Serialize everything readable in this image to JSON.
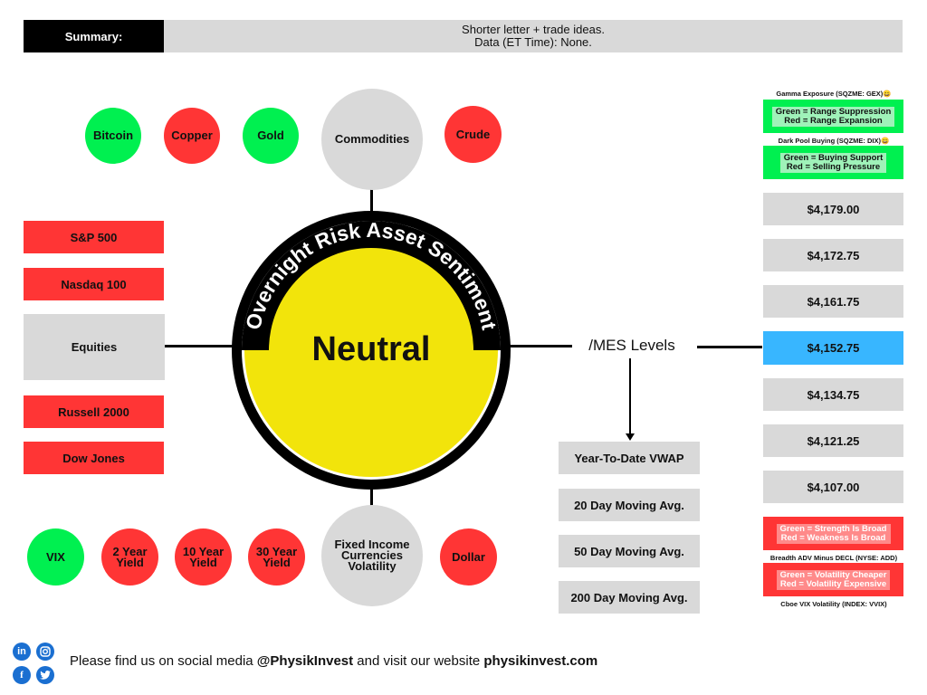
{
  "summary": {
    "label": "Summary:",
    "line1": "Shorter letter + trade ideas.",
    "line2": "Data (ET Time): None."
  },
  "center": {
    "arc_text": "Overnight Risk Asset Sentiment",
    "sentiment": "Neutral",
    "fill_color": "#f2e40b"
  },
  "commodities": {
    "hub": "Commodities",
    "items": [
      {
        "label": "Bitcoin",
        "status": "green"
      },
      {
        "label": "Copper",
        "status": "red"
      },
      {
        "label": "Gold",
        "status": "green"
      },
      {
        "label": "Crude",
        "status": "red"
      }
    ]
  },
  "equities": {
    "hub": "Equities",
    "items": [
      {
        "label": "S&P 500",
        "status": "red"
      },
      {
        "label": "Nasdaq 100",
        "status": "red"
      },
      {
        "label": "Russell 2000",
        "status": "red"
      },
      {
        "label": "Dow Jones",
        "status": "red"
      }
    ]
  },
  "fixed_income": {
    "hub_line1": "Fixed Income",
    "hub_line2": "Currencies",
    "hub_line3": "Volatility",
    "items": [
      {
        "label": "VIX",
        "status": "green"
      },
      {
        "label_line1": "2 Year",
        "label_line2": "Yield",
        "status": "red"
      },
      {
        "label_line1": "10 Year",
        "label_line2": "Yield",
        "status": "red"
      },
      {
        "label_line1": "30 Year",
        "label_line2": "Yield",
        "status": "red"
      },
      {
        "label": "Dollar",
        "status": "red"
      }
    ]
  },
  "mes": {
    "label": "/MES Levels",
    "averages": [
      "Year-To-Date VWAP",
      "20 Day Moving Avg.",
      "50 Day Moving Avg.",
      "200 Day Moving Avg."
    ],
    "levels": [
      "$4,179.00",
      "$4,172.75",
      "$4,161.75",
      "$4,152.75",
      "$4,134.75",
      "$4,121.25",
      "$4,107.00"
    ],
    "highlight_level": "$4,152.75"
  },
  "legends": {
    "gex_title": "Gamma Exposure (SQZME: GEX)😀",
    "gex_line1": "Green = Range Suppression",
    "gex_line2": "Red = Range Expansion",
    "dix_title": "Dark Pool Buying (SQZME: DIX)😀",
    "dix_line1": "Green = Buying Support",
    "dix_line2": "Red = Selling Pressure",
    "add_line1": "Green = Strength Is Broad",
    "add_line2": "Red = Weakness Is Broad",
    "add_caption": "Breadth ADV Minus DECL (NYSE: ADD)",
    "vvix_line1": "Green = Volatility Cheaper",
    "vvix_line2": "Red = Volatility Expensive",
    "vvix_caption": "Cboe VIX Volatility (INDEX: VVIX)"
  },
  "footer": {
    "prefix": "Please find us on social media ",
    "handle": "@PhysikInvest",
    "middle": " and visit our website ",
    "website": "physikinvest.com"
  },
  "icons": [
    "linkedin-icon",
    "instagram-icon",
    "facebook-icon",
    "twitter-icon"
  ],
  "colors": {
    "green": "#00f050",
    "red": "#ff3535",
    "grey": "#d9d9d9",
    "blue": "#38b6ff",
    "neutral": "#f2e40b"
  }
}
